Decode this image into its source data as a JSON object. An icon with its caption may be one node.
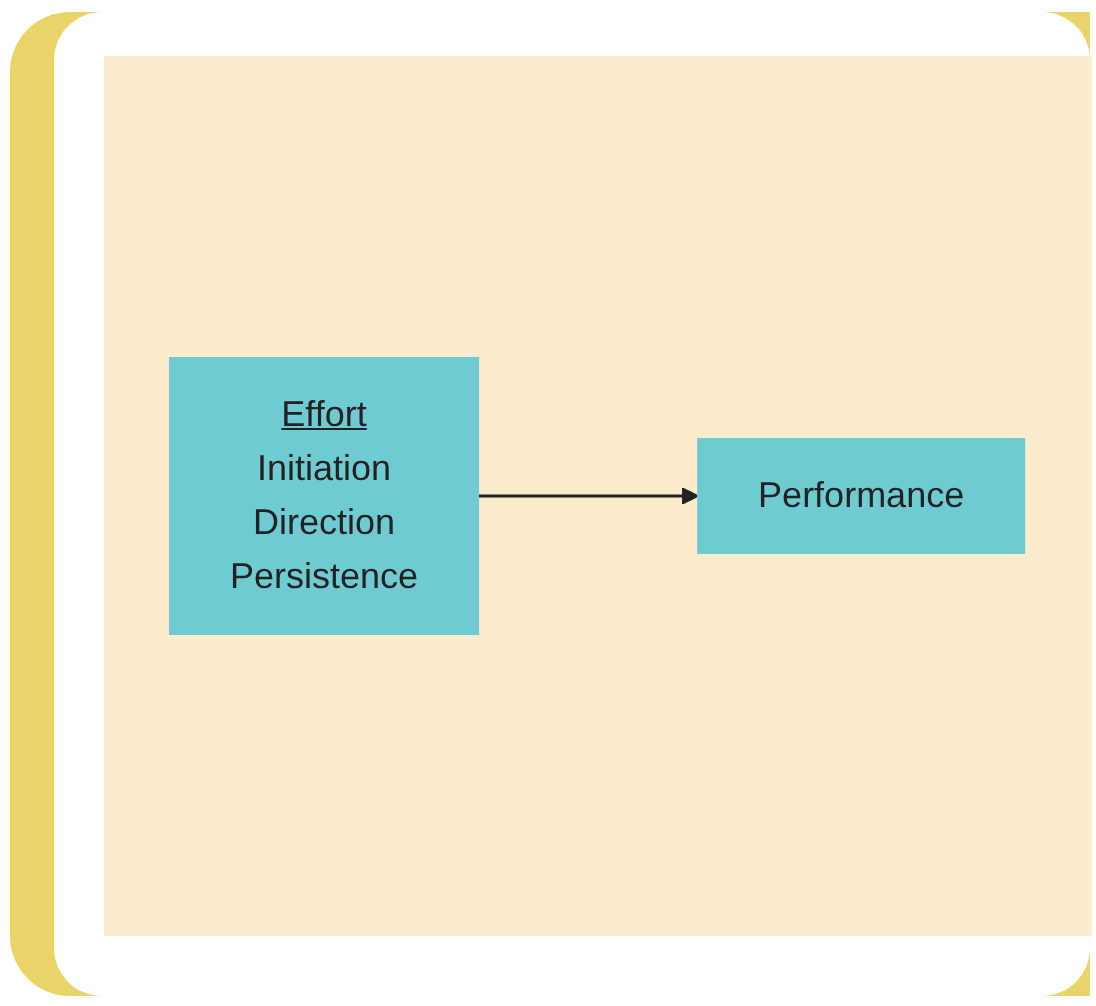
{
  "diagram": {
    "nodes": [
      {
        "text": [
          "Effort",
          "Initiation",
          "Direction",
          "Persistence"
        ]
      },
      {
        "text": [
          "Performance"
        ]
      }
    ],
    "edges": [
      {
        "from": 0,
        "to": 1,
        "arrow": "to"
      }
    ]
  }
}
